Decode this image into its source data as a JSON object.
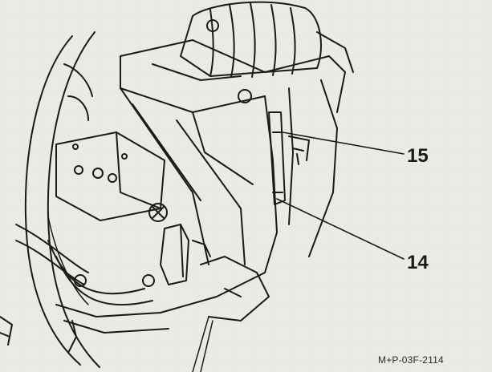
{
  "callouts": [
    {
      "id": "15",
      "label": "15"
    },
    {
      "id": "14",
      "label": "14"
    }
  ],
  "figure_code": "M+P-03F-2114",
  "colors": {
    "background": "#eceae5",
    "ink": "#1a1a1a",
    "paper_shadow": "#d8d6cf"
  }
}
